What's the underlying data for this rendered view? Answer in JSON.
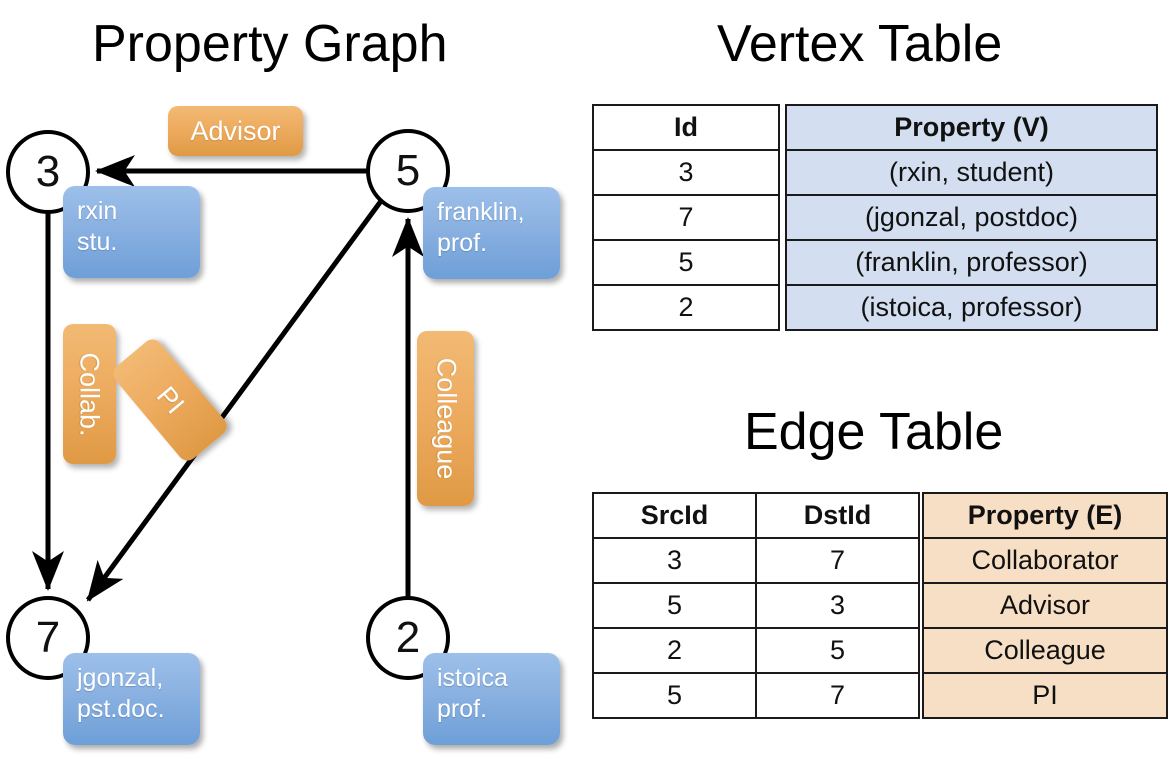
{
  "titles": {
    "property_graph": "Property Graph",
    "vertex_table": "Vertex Table",
    "edge_table": "Edge Table"
  },
  "graph": {
    "nodes": [
      {
        "id": "3",
        "property": "rxin\nstu.",
        "prop_line1": "rxin",
        "prop_line2": "stu."
      },
      {
        "id": "5",
        "property": "franklin,\nprof.",
        "prop_line1": "franklin,",
        "prop_line2": "prof."
      },
      {
        "id": "7",
        "property": "jgonzal,\npst.doc.",
        "prop_line1": "jgonzal,",
        "prop_line2": "pst.doc."
      },
      {
        "id": "2",
        "property": "istoica\nprof.",
        "prop_line1": "istoica",
        "prop_line2": "prof."
      }
    ],
    "edge_labels": [
      {
        "label": "Advisor",
        "src": "5",
        "dst": "3",
        "orientation": "horizontal"
      },
      {
        "label": "Collab.",
        "src": "3",
        "dst": "7",
        "orientation": "vertical"
      },
      {
        "label": "PI",
        "src": "5",
        "dst": "7",
        "orientation": "diagonal"
      },
      {
        "label": "Colleague",
        "src": "2",
        "dst": "5",
        "orientation": "vertical"
      }
    ]
  },
  "vertex_table": {
    "headers": [
      "Id",
      "Property (V)"
    ],
    "rows": [
      {
        "id": "3",
        "property": "(rxin, student)"
      },
      {
        "id": "7",
        "property": "(jgonzal, postdoc)"
      },
      {
        "id": "5",
        "property": "(franklin, professor)"
      },
      {
        "id": "2",
        "property": "(istoica, professor)"
      }
    ]
  },
  "edge_table": {
    "headers": [
      "SrcId",
      "DstId",
      "Property (E)"
    ],
    "rows": [
      {
        "src": "3",
        "dst": "7",
        "property": "Collaborator"
      },
      {
        "src": "5",
        "dst": "3",
        "property": "Advisor"
      },
      {
        "src": "2",
        "dst": "5",
        "property": "Colleague"
      },
      {
        "src": "5",
        "dst": "7",
        "property": "PI"
      }
    ]
  },
  "colors": {
    "vertex_header_fill": "#d3dff0",
    "edge_header_fill": "#f6dfc5",
    "node_property_box": "#8db3e2",
    "edge_label_box": "#eead62",
    "stroke": "#000000"
  }
}
